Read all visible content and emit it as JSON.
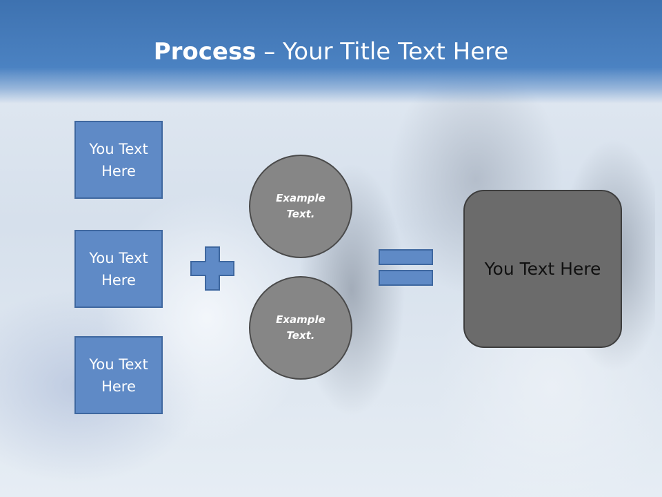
{
  "header": {
    "title_bold": "Process",
    "title_rest": " – Your Title Text Here"
  },
  "left_boxes": [
    {
      "line1": "You Text",
      "line2": "Here"
    },
    {
      "line1": "You Text",
      "line2": "Here"
    },
    {
      "line1": "You Text",
      "line2": "Here"
    }
  ],
  "circles": [
    {
      "line1": "Example",
      "line2": "Text."
    },
    {
      "line1": "Example",
      "line2": "Text."
    }
  ],
  "result": {
    "label": "You Text Here"
  },
  "colors": {
    "header_blue": "#4b82c2",
    "box_blue": "#5f8ac6",
    "circle_gray": "#868686",
    "result_gray": "#6b6b6b"
  },
  "icons": {
    "operator_1": "plus-icon",
    "operator_2": "equals-icon"
  }
}
